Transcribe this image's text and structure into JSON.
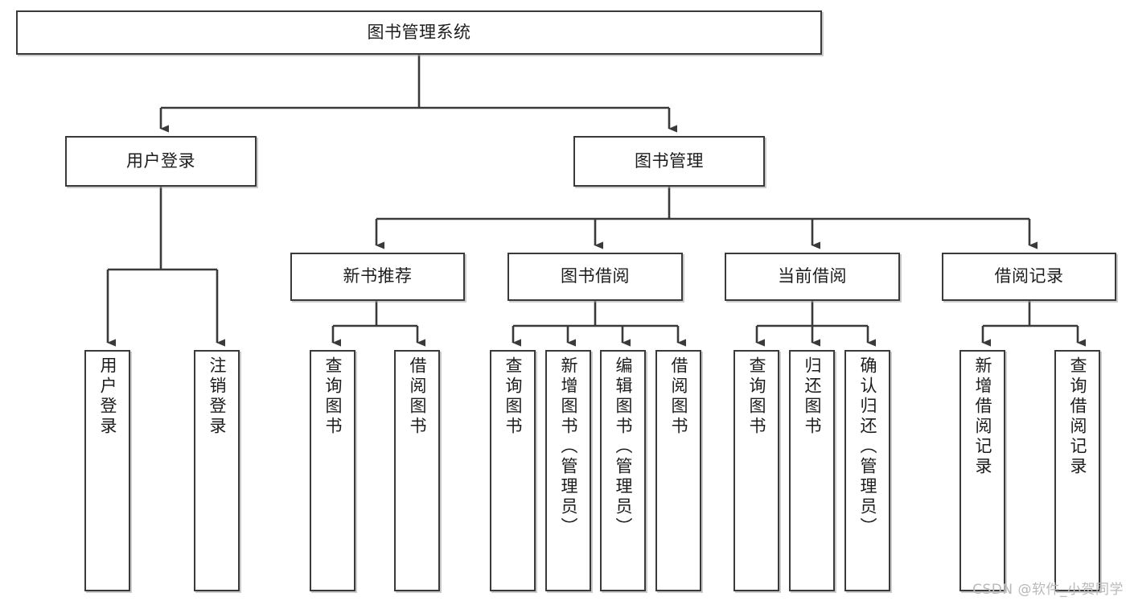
{
  "diagram": {
    "title": "图书管理系统",
    "watermark": "CSDN @软件_小贺同学",
    "colors": {
      "background": "#ffffff",
      "box_border": "#3a3a3a",
      "box_fill": "#ffffff",
      "connector": "#3a3a3a",
      "text": "#1d1d1d",
      "watermark": "#b9b9b9"
    },
    "levels": {
      "root": "图书管理系统",
      "level2": [
        "用户登录",
        "图书管理"
      ],
      "level3": [
        "新书推荐",
        "图书借阅",
        "当前借阅",
        "借阅记录"
      ]
    },
    "nodes": {
      "root": {
        "label": "图书管理系统"
      },
      "user_login": {
        "label": "用户登录"
      },
      "book_manage": {
        "label": "图书管理"
      },
      "new_book_rec": {
        "label": "新书推荐"
      },
      "book_borrow": {
        "label": "图书借阅"
      },
      "current_borrow": {
        "label": "当前借阅"
      },
      "borrow_record": {
        "label": "借阅记录"
      },
      "leaf_user_login": {
        "label": "用户登录"
      },
      "leaf_logout": {
        "label": "注销登录"
      },
      "leaf_query_book_1": {
        "label": "查询图书"
      },
      "leaf_borrow_book_1": {
        "label": "借阅图书"
      },
      "leaf_query_book_2": {
        "label": "查询图书"
      },
      "leaf_add_book": {
        "label": "新增图书（管理员）"
      },
      "leaf_edit_book": {
        "label": "编辑图书（管理员）"
      },
      "leaf_borrow_book_2": {
        "label": "借阅图书"
      },
      "leaf_query_book_3": {
        "label": "查询图书"
      },
      "leaf_return_book": {
        "label": "归还图书"
      },
      "leaf_confirm_return": {
        "label": "确认归还（管理员）"
      },
      "leaf_add_record": {
        "label": "新增借阅记录"
      },
      "leaf_query_record": {
        "label": "查询借阅记录"
      }
    },
    "edges": [
      {
        "from": "root",
        "to": "user_login"
      },
      {
        "from": "root",
        "to": "book_manage"
      },
      {
        "from": "user_login",
        "to": "leaf_user_login"
      },
      {
        "from": "user_login",
        "to": "leaf_logout"
      },
      {
        "from": "book_manage",
        "to": "new_book_rec"
      },
      {
        "from": "book_manage",
        "to": "book_borrow"
      },
      {
        "from": "book_manage",
        "to": "current_borrow"
      },
      {
        "from": "book_manage",
        "to": "borrow_record"
      },
      {
        "from": "new_book_rec",
        "to": "leaf_query_book_1"
      },
      {
        "from": "new_book_rec",
        "to": "leaf_borrow_book_1"
      },
      {
        "from": "book_borrow",
        "to": "leaf_query_book_2"
      },
      {
        "from": "book_borrow",
        "to": "leaf_add_book"
      },
      {
        "from": "book_borrow",
        "to": "leaf_edit_book"
      },
      {
        "from": "book_borrow",
        "to": "leaf_borrow_book_2"
      },
      {
        "from": "current_borrow",
        "to": "leaf_query_book_3"
      },
      {
        "from": "current_borrow",
        "to": "leaf_return_book"
      },
      {
        "from": "current_borrow",
        "to": "leaf_confirm_return"
      },
      {
        "from": "borrow_record",
        "to": "leaf_add_record"
      },
      {
        "from": "borrow_record",
        "to": "leaf_query_record"
      }
    ]
  }
}
